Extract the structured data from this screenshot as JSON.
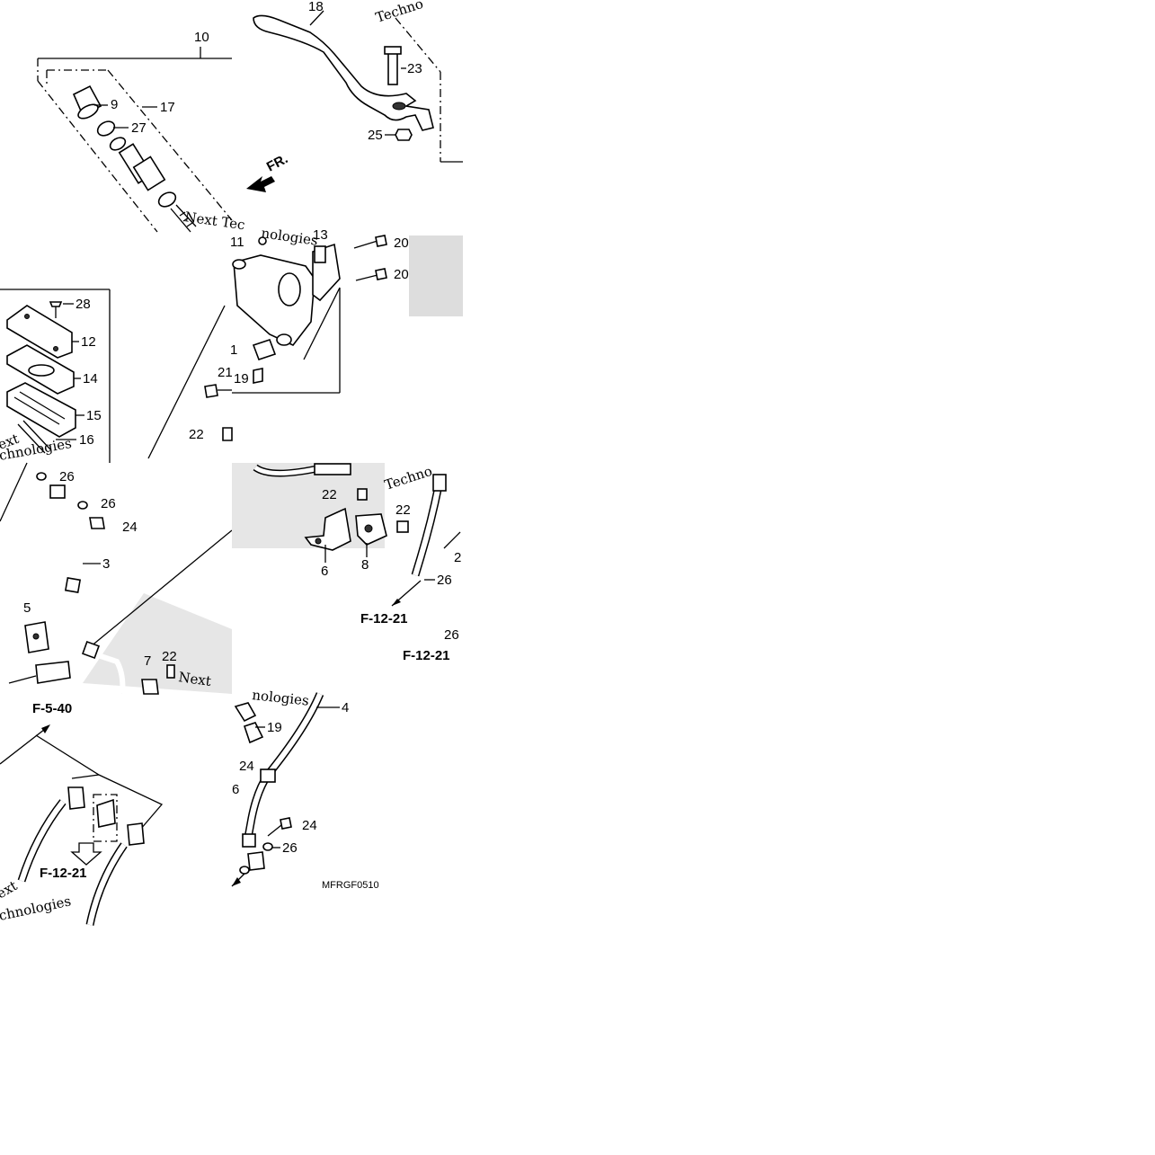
{
  "callouts": {
    "n1": "1",
    "n2": "2",
    "n3": "3",
    "n4": "4",
    "n5": "5",
    "n6": "6",
    "n7": "7",
    "n8": "8",
    "n9": "9",
    "n10": "10",
    "n11": "11",
    "n12": "12",
    "n13": "13",
    "n14": "14",
    "n15": "15",
    "n16": "16",
    "n17": "17",
    "n18": "18",
    "n19": "19",
    "n20": "20",
    "n21": "21",
    "n22": "22",
    "n23": "23",
    "n24": "24",
    "n25": "25",
    "n26": "26",
    "n27": "27",
    "n28": "28"
  },
  "references": {
    "f540": "F-5-40",
    "f1221": "F-12-21"
  },
  "direction_label": "FR.",
  "diagram_code": "MFRGF0510",
  "watermark": {
    "next_tec": "Next Tec",
    "nologies": "nologies",
    "technologies": "chnologies",
    "techn": "Techno",
    "ext": "ext",
    "next": "Next"
  }
}
